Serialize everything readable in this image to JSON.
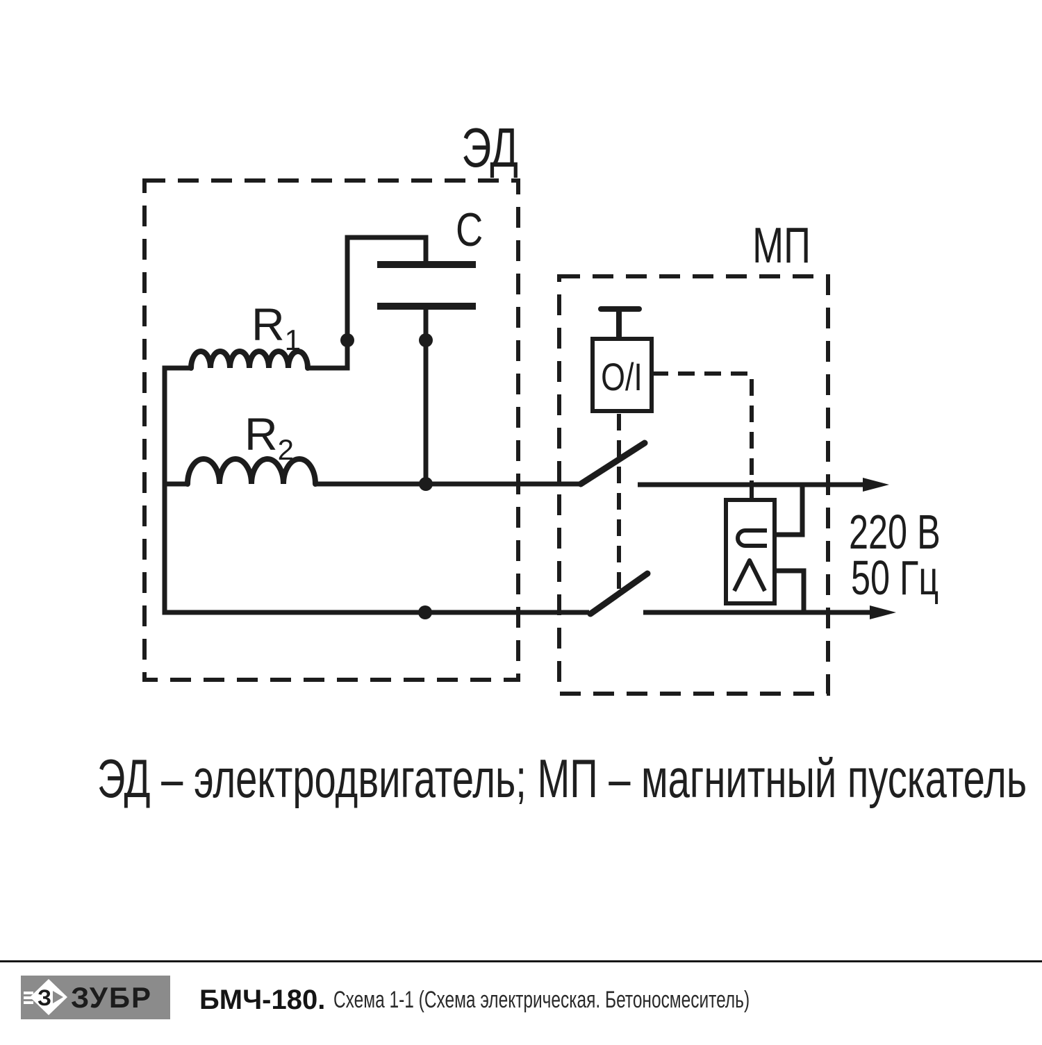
{
  "page": {
    "background": "#ffffff",
    "ink": "#1c1c1c"
  },
  "schematic": {
    "motor_block": {
      "label": "ЭД"
    },
    "starter_block": {
      "label": "МП"
    },
    "capacitor": {
      "label": "C"
    },
    "winding_1": {
      "base": "R",
      "sub": "1"
    },
    "winding_2": {
      "base": "R",
      "sub": "2"
    },
    "button": {
      "label": "O/I"
    },
    "supply": {
      "voltage": "220 В",
      "frequency": "50 Гц"
    }
  },
  "caption": {
    "text": "ЭД – электродвигатель; МП – магнитный пускатель"
  },
  "footer": {
    "brand": {
      "wordmark": "ЗУБР",
      "emblem_letter": "З",
      "background": "#8b8b8b"
    },
    "model": "БМЧ-180.",
    "description": "Схема 1-1 (Схема электрическая. Бетоносмеситель)"
  }
}
